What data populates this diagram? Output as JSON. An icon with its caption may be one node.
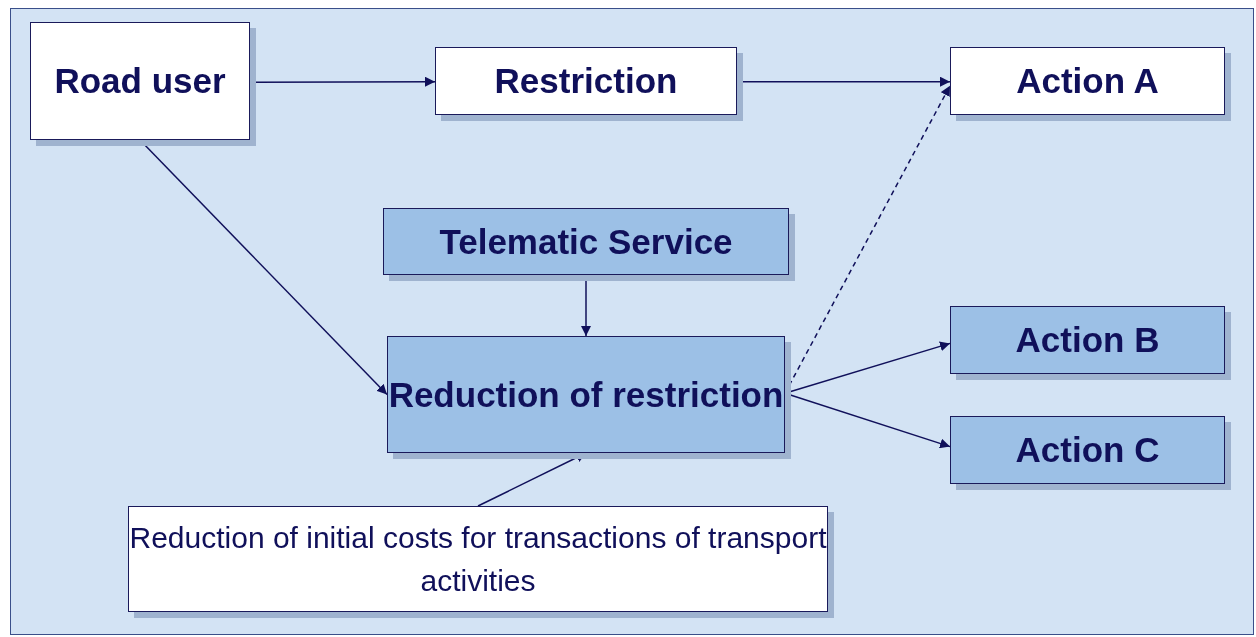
{
  "diagram": {
    "nodes": [
      {
        "text": [
          "Road user"
        ]
      },
      {
        "text": [
          "Restriction"
        ]
      },
      {
        "text": [
          "Action A"
        ]
      },
      {
        "text": [
          "Telematic Service"
        ]
      },
      {
        "text": [
          "Reduction of restriction"
        ]
      },
      {
        "text": [
          "Action B"
        ]
      },
      {
        "text": [
          "Action C"
        ]
      },
      {
        "text": [
          "Reduction of initial costs for transactions of transport activities"
        ]
      }
    ],
    "edges": [
      {
        "from": 0,
        "to": 1,
        "arrow": "to"
      },
      {
        "from": 1,
        "to": 2,
        "arrow": "to"
      },
      {
        "from": 0,
        "to": 4,
        "arrow": "to"
      },
      {
        "from": 3,
        "to": 4,
        "arrow": "to"
      },
      {
        "from": 4,
        "to": 2,
        "arrow": "to",
        "style": "dashed"
      },
      {
        "from": 4,
        "to": 5,
        "arrow": "to"
      },
      {
        "from": 4,
        "to": 6,
        "arrow": "to"
      },
      {
        "from": 7,
        "to": 4,
        "arrow": "to"
      }
    ]
  }
}
